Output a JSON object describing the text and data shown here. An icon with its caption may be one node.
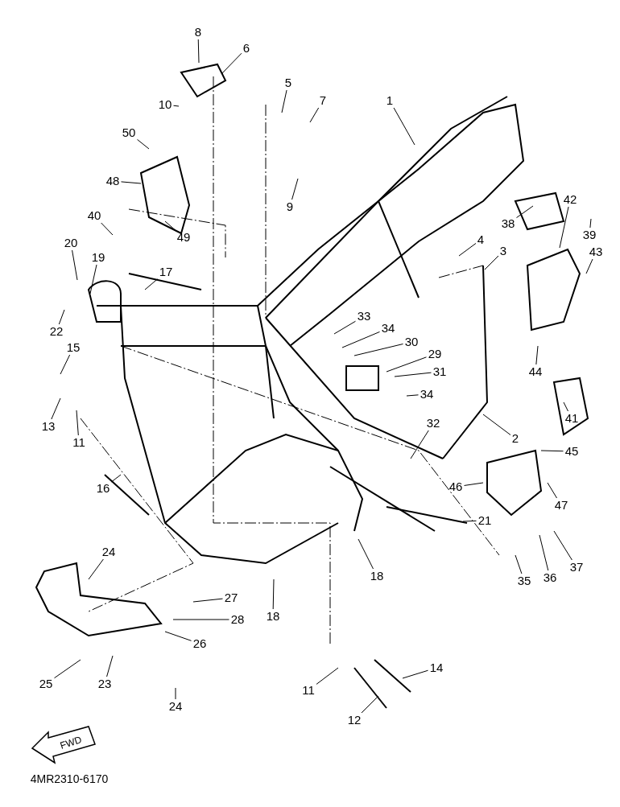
{
  "diagram": {
    "nodes": [
      {
        "text": [
          "8"
        ]
      },
      {
        "text": [
          "6"
        ]
      },
      {
        "text": [
          "5"
        ]
      },
      {
        "text": [
          "7"
        ]
      },
      {
        "text": [
          "1"
        ]
      },
      {
        "text": [
          "10"
        ]
      },
      {
        "text": [
          "50"
        ]
      },
      {
        "text": [
          "48"
        ]
      },
      {
        "text": [
          "9"
        ]
      },
      {
        "text": [
          "38"
        ]
      },
      {
        "text": [
          "39"
        ]
      },
      {
        "text": [
          "42"
        ]
      },
      {
        "text": [
          "40"
        ]
      },
      {
        "text": [
          "4"
        ]
      },
      {
        "text": [
          "3"
        ]
      },
      {
        "text": [
          "43"
        ]
      },
      {
        "text": [
          "49"
        ]
      },
      {
        "text": [
          "20"
        ]
      },
      {
        "text": [
          "19"
        ]
      },
      {
        "text": [
          "17"
        ]
      },
      {
        "text": [
          "22"
        ]
      },
      {
        "text": [
          "33"
        ]
      },
      {
        "text": [
          "34"
        ]
      },
      {
        "text": [
          "30"
        ]
      },
      {
        "text": [
          "29"
        ]
      },
      {
        "text": [
          "31"
        ]
      },
      {
        "text": [
          "15"
        ]
      },
      {
        "text": [
          "34"
        ]
      },
      {
        "text": [
          "44"
        ]
      },
      {
        "text": [
          "41"
        ]
      },
      {
        "text": [
          "13"
        ]
      },
      {
        "text": [
          "11"
        ]
      },
      {
        "text": [
          "32"
        ]
      },
      {
        "text": [
          "2"
        ]
      },
      {
        "text": [
          "45"
        ]
      },
      {
        "text": [
          "46"
        ]
      },
      {
        "text": [
          "47"
        ]
      },
      {
        "text": [
          "16"
        ]
      },
      {
        "text": [
          "21"
        ]
      },
      {
        "text": [
          "24"
        ]
      },
      {
        "text": [
          "18"
        ]
      },
      {
        "text": [
          "35"
        ]
      },
      {
        "text": [
          "36"
        ]
      },
      {
        "text": [
          "37"
        ]
      },
      {
        "text": [
          "27"
        ]
      },
      {
        "text": [
          "28"
        ]
      },
      {
        "text": [
          "18"
        ]
      },
      {
        "text": [
          "26"
        ]
      },
      {
        "text": [
          "14"
        ]
      },
      {
        "text": [
          "11"
        ]
      },
      {
        "text": [
          "25"
        ]
      },
      {
        "text": [
          "23"
        ]
      },
      {
        "text": [
          "24"
        ]
      },
      {
        "text": [
          "12"
        ]
      }
    ],
    "edges": [
      {
        "from": 0,
        "to": null,
        "arrow": "none"
      },
      {
        "from": 1,
        "to": null,
        "arrow": "none"
      },
      {
        "from": 2,
        "to": null,
        "arrow": "none"
      },
      {
        "from": 3,
        "to": null,
        "arrow": "none"
      },
      {
        "from": 4,
        "to": null,
        "arrow": "none"
      },
      {
        "from": 5,
        "to": null,
        "arrow": "none"
      },
      {
        "from": 6,
        "to": null,
        "arrow": "none"
      },
      {
        "from": 7,
        "to": null,
        "arrow": "none"
      },
      {
        "from": 8,
        "to": null,
        "arrow": "none"
      },
      {
        "from": 9,
        "to": null,
        "arrow": "none"
      },
      {
        "from": 10,
        "to": null,
        "arrow": "none"
      },
      {
        "from": 11,
        "to": null,
        "arrow": "none"
      },
      {
        "from": 12,
        "to": null,
        "arrow": "none"
      },
      {
        "from": 13,
        "to": null,
        "arrow": "none"
      },
      {
        "from": 14,
        "to": null,
        "arrow": "none"
      },
      {
        "from": 15,
        "to": null,
        "arrow": "none"
      },
      {
        "from": 16,
        "to": null,
        "arrow": "none"
      },
      {
        "from": 17,
        "to": null,
        "arrow": "none"
      },
      {
        "from": 18,
        "to": null,
        "arrow": "none"
      },
      {
        "from": 19,
        "to": null,
        "arrow": "none"
      },
      {
        "from": 20,
        "to": null,
        "arrow": "none"
      },
      {
        "from": 21,
        "to": null,
        "arrow": "none"
      },
      {
        "from": 22,
        "to": null,
        "arrow": "none"
      },
      {
        "from": 23,
        "to": null,
        "arrow": "none"
      },
      {
        "from": 24,
        "to": null,
        "arrow": "none"
      },
      {
        "from": 25,
        "to": null,
        "arrow": "none"
      },
      {
        "from": 26,
        "to": null,
        "arrow": "none"
      },
      {
        "from": 27,
        "to": null,
        "arrow": "none"
      },
      {
        "from": 28,
        "to": null,
        "arrow": "none"
      },
      {
        "from": 29,
        "to": null,
        "arrow": "none"
      },
      {
        "from": 30,
        "to": null,
        "arrow": "none"
      },
      {
        "from": 31,
        "to": null,
        "arrow": "none"
      },
      {
        "from": 32,
        "to": null,
        "arrow": "none"
      },
      {
        "from": 33,
        "to": null,
        "arrow": "none"
      },
      {
        "from": 34,
        "to": null,
        "arrow": "none"
      },
      {
        "from": 35,
        "to": null,
        "arrow": "none"
      },
      {
        "from": 36,
        "to": null,
        "arrow": "none"
      },
      {
        "from": 37,
        "to": null,
        "arrow": "none"
      },
      {
        "from": 38,
        "to": null,
        "arrow": "none"
      },
      {
        "from": 39,
        "to": null,
        "arrow": "none"
      },
      {
        "from": 40,
        "to": null,
        "arrow": "none"
      },
      {
        "from": 41,
        "to": null,
        "arrow": "none"
      },
      {
        "from": 42,
        "to": null,
        "arrow": "none"
      },
      {
        "from": 43,
        "to": null,
        "arrow": "none"
      },
      {
        "from": 44,
        "to": null,
        "arrow": "none"
      },
      {
        "from": 45,
        "to": null,
        "arrow": "none"
      },
      {
        "from": 46,
        "to": null,
        "arrow": "none"
      },
      {
        "from": 47,
        "to": null,
        "arrow": "none"
      },
      {
        "from": 48,
        "to": null,
        "arrow": "none"
      },
      {
        "from": 49,
        "to": null,
        "arrow": "none"
      },
      {
        "from": 50,
        "to": null,
        "arrow": "none"
      },
      {
        "from": 51,
        "to": null,
        "arrow": "none"
      },
      {
        "from": 52,
        "to": null,
        "arrow": "none"
      },
      {
        "from": 53,
        "to": null,
        "arrow": "none"
      }
    ],
    "labels": [
      "FWD",
      "4MR2310-6170"
    ]
  }
}
